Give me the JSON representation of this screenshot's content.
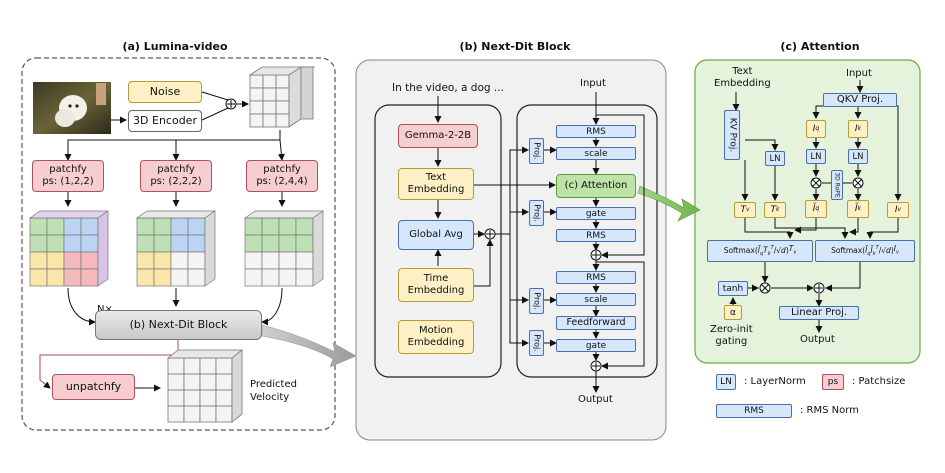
{
  "panels": {
    "a_title": "(a) Lumina-video",
    "b_title": "(b) Next-Dit Block",
    "c_title": "(c) Attention"
  },
  "lumina": {
    "noise": "Noise",
    "encoder": "3D Encoder",
    "patchify": [
      {
        "line1": "patchfy",
        "line2": "ps: (1,2,2)"
      },
      {
        "line1": "patchfy",
        "line2": "ps: (2,2,2)"
      },
      {
        "line1": "patchfy",
        "line2": "ps: (2,4,4)"
      }
    ],
    "repeat": "N×",
    "block": "(b) Next-Dit Block",
    "unpatchify": "unpatchfy",
    "predicted": "Predicted\nVelocity"
  },
  "nextdit": {
    "prompt": "In the video, a dog ...",
    "gemma": "Gemma-2-2B",
    "text_embedding": "Text\nEmbedding",
    "global_avg": "Global Avg",
    "time_embedding": "Time\nEmbedding",
    "motion_embedding": "Motion\nEmbedding",
    "input": "Input",
    "output": "Output",
    "rms": "RMS",
    "scale": "scale",
    "attention": "(c) Attention",
    "gate": "gate",
    "feedforward": "Feedforward",
    "proj": "Proj."
  },
  "attention": {
    "text_embedding": "Text\nEmbedding",
    "input": "Input",
    "kv_proj": "KV Proj.",
    "qkv_proj": "QKV Proj.",
    "ln": "LN",
    "rope": "3D RoPE",
    "tanh": "tanh",
    "alpha": "α",
    "zero_init": "Zero-init\ngating",
    "linear_proj": "Linear Proj.",
    "output": "Output"
  },
  "legend": {
    "ln_box": "LN",
    "ln_text": ": LayerNorm",
    "ps_box": "ps",
    "ps_text": ": Patchsize",
    "rms_box": "RMS",
    "rms_text": ": RMS Norm"
  }
}
